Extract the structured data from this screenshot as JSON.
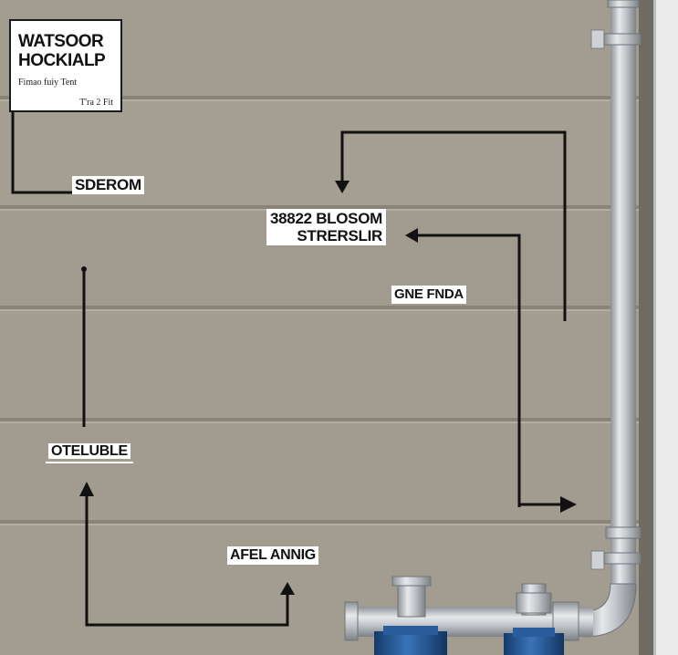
{
  "sign": {
    "title_line1": "WATSOOR",
    "title_line2": "HOCKIALP",
    "subtitle": "Fimao fuiy Tent",
    "footer": "T'ra 2 Fit"
  },
  "labels": {
    "sderom": "SDEROM",
    "blosom_line1": "38822 BLOSOM",
    "blosom_line2": "STRERSLIR",
    "gnefnda": "GNE FNDA",
    "oteluble": "OTELUBLE",
    "afel_annig": "AFEL ANNIG"
  },
  "colors": {
    "siding": "#a09a8e",
    "siding_shadow": "#8a8478",
    "pipe": "#c4c8cc",
    "valve_blue": "#1f4f8c",
    "line": "#111111",
    "wall_trim": "#e9e9e9"
  },
  "icons": [
    "arrow-down-icon",
    "arrow-left-icon",
    "arrow-right-icon",
    "arrow-up-icon",
    "pipe-clamp-icon",
    "valve-icon"
  ]
}
